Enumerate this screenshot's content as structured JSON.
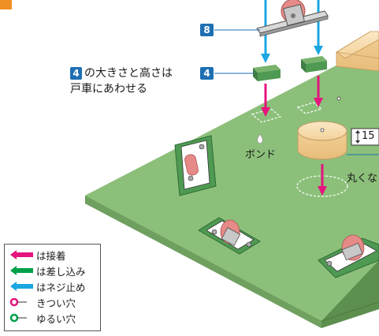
{
  "callouts": {
    "part_8": "8",
    "part_4": "4"
  },
  "note": {
    "badge": "4",
    "line1": "の大きさと高さは",
    "line2": "戸車にあわせる"
  },
  "labels": {
    "bond": "ボンド",
    "height": "15",
    "round": "丸くな"
  },
  "legend": {
    "items": [
      {
        "label": "は接着",
        "color": "#e5147e",
        "kind": "arrow"
      },
      {
        "label": "は差し込み",
        "color": "#00a04a",
        "kind": "arrow"
      },
      {
        "label": "はネジ止め",
        "color": "#1ba7e1",
        "kind": "arrow"
      },
      {
        "label": "きつい穴",
        "color": "#e5147e",
        "kind": "ring"
      },
      {
        "label": "ゆるい穴",
        "color": "#00a04a",
        "kind": "ring"
      }
    ]
  },
  "colors": {
    "board": "#8cc07a",
    "board_edge": "#5d8f4f",
    "block": "#4f9a52",
    "wood": "#f7dcae",
    "wheel": "#e58a86",
    "step_badge": "#f08f24",
    "callout_line": "#1e6fb3"
  }
}
